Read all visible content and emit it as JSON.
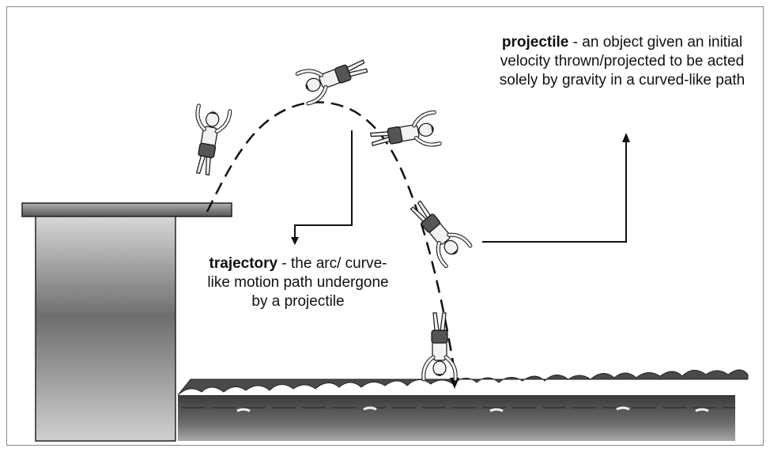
{
  "projectile": {
    "term": "projectile",
    "definition": " - an object given an initial velocity thrown/projected to be acted solely by gravity in a curved-like path"
  },
  "trajectory": {
    "term": "trajectory",
    "definition": " - the arc/ curve-like motion path undergone by a projectile"
  },
  "colors": {
    "skin": "#f2f2f2",
    "shorts": "#555555",
    "hair": "#222222",
    "water": "#5a5a5a",
    "tower": "#7a7a7a"
  }
}
